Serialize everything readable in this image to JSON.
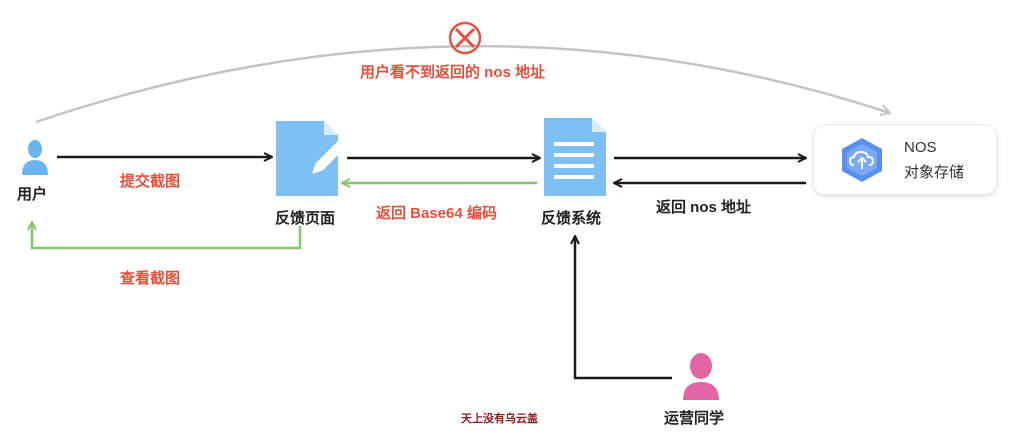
{
  "nodes": {
    "user": "用户",
    "feedback_page": "反馈页面",
    "feedback_system": "反馈系统",
    "ops": "运营同学",
    "nos_title": "NOS",
    "nos_subtitle": "对象存储"
  },
  "edges": {
    "submit_screenshot": "提交截图",
    "view_screenshot": "查看截图",
    "return_base64": "返回 Base64 编码",
    "return_nos_address": "返回 nos 地址",
    "user_cannot_see": "用户看不到返回的 nos 地址"
  },
  "watermark": "天上没有乌云盖",
  "colors": {
    "black_arrow": "#1a1a1a",
    "green_arrow": "#86c46d",
    "gray_arc": "#c4c4c4",
    "red_text": "#e0533f",
    "person_blue": "#6cb4f0",
    "person_pink": "#e266a6",
    "doc_blue": "#7ec0f4",
    "nos_hex": "#5a8ff0"
  },
  "icons": [
    "user-icon",
    "edit-doc-icon",
    "doc-list-icon",
    "cloud-upload-icon",
    "cross-circle-icon",
    "person-icon"
  ]
}
